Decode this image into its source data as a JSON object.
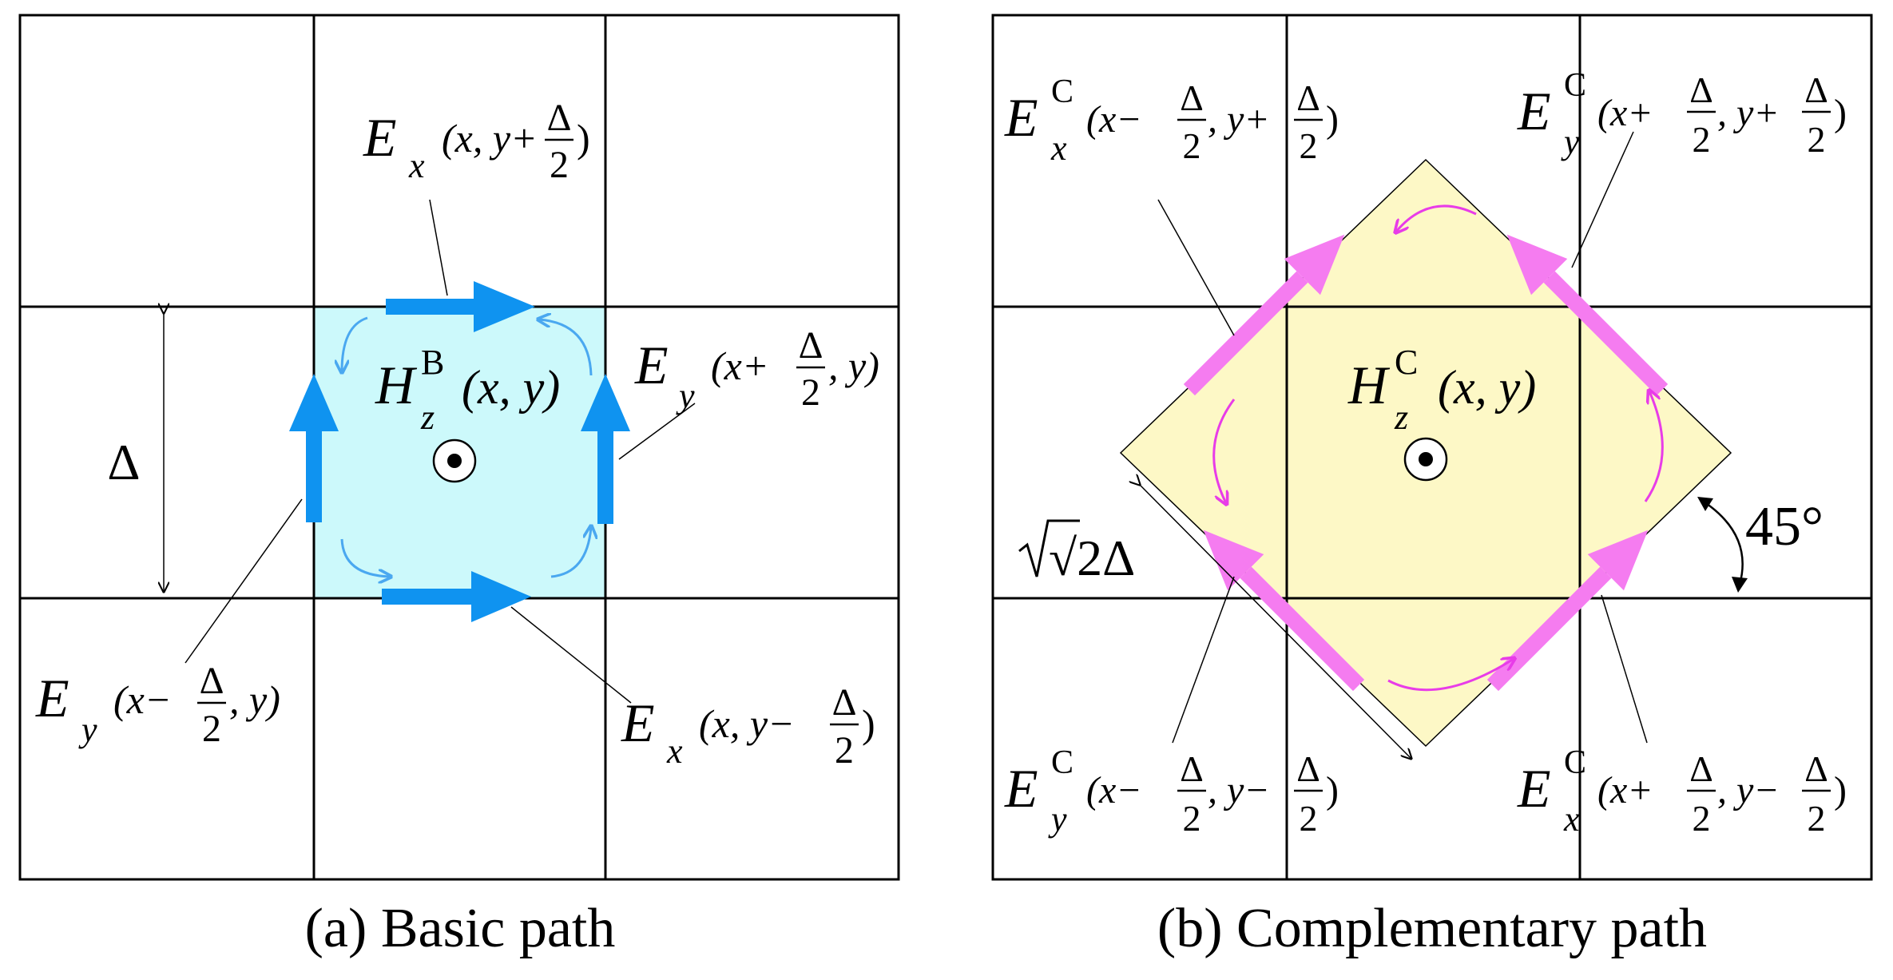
{
  "panel_a": {
    "caption": "(a) Basic path",
    "center_symbol": "H",
    "center_sub": "z",
    "center_sup": "B",
    "center_args": "(x, y)",
    "delta_label": "Δ",
    "labels": {
      "top": {
        "sym": "E",
        "sub": "x",
        "pre": "(x, y+",
        "num": "Δ",
        "den": "2",
        "post": ")"
      },
      "right": {
        "sym": "E",
        "sub": "y",
        "pre": "(x+",
        "num": "Δ",
        "den": "2",
        "post": ", y)"
      },
      "left": {
        "sym": "E",
        "sub": "y",
        "pre": "(x−",
        "num": "Δ",
        "den": "2",
        "post": ", y)"
      },
      "bottom": {
        "sym": "E",
        "sub": "x",
        "pre": "(x, y−",
        "num": "Δ",
        "den": "2",
        "post": ")"
      }
    }
  },
  "panel_b": {
    "caption": "(b) Complementary path",
    "center_symbol": "H",
    "center_sub": "z",
    "center_sup": "C",
    "center_args": "(x, y)",
    "diag_label": "√2Δ",
    "angle_label": "45°",
    "labels": {
      "tl": {
        "sym": "E",
        "sub": "x",
        "sup": "C",
        "pre": "(x−",
        "num1": "Δ",
        "den1": "2",
        "mid": ", y+",
        "num2": "Δ",
        "den2": "2",
        "post": ")"
      },
      "tr": {
        "sym": "E",
        "sub": "y",
        "sup": "C",
        "pre": "(x+",
        "num1": "Δ",
        "den1": "2",
        "mid": ", y+",
        "num2": "Δ",
        "den2": "2",
        "post": ")"
      },
      "bl": {
        "sym": "E",
        "sub": "y",
        "sup": "C",
        "pre": "(x−",
        "num1": "Δ",
        "den1": "2",
        "mid": ", y−",
        "num2": "Δ",
        "den2": "2",
        "post": ")"
      },
      "br": {
        "sym": "E",
        "sub": "x",
        "sup": "C",
        "pre": "(x+",
        "num1": "Δ",
        "den1": "2",
        "mid": ", y−",
        "num2": "Δ",
        "den2": "2",
        "post": ")"
      }
    }
  },
  "colors": {
    "grid": "#000000",
    "basic_fill": "#ccf9fb",
    "basic_arrow": "#0f93f0",
    "basic_circ": "#4aa8f0",
    "comp_fill": "#fdf8c6",
    "comp_arrow": "#f57cf0",
    "comp_circ": "#e83ce8"
  }
}
